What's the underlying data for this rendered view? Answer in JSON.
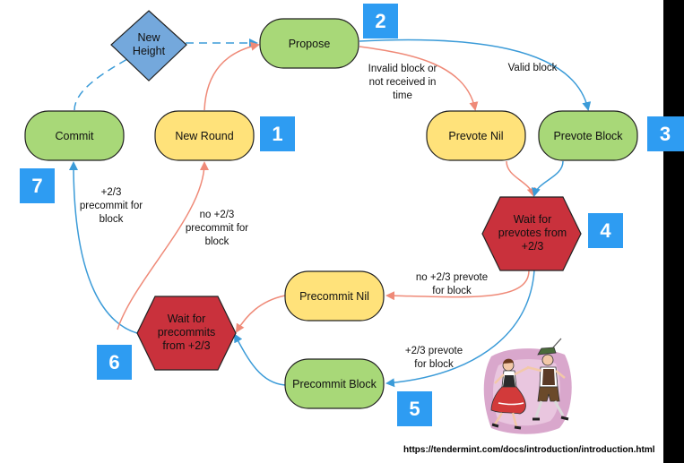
{
  "colors": {
    "green": "#a8d878",
    "yellow": "#ffe27a",
    "red": "#c9313c",
    "diamond": "#74a8dc",
    "badge": "#2e9cf2",
    "blue_edge": "#3b9bd8",
    "red_edge": "#ef8a78"
  },
  "nodes": {
    "new_height": [
      "New",
      "Height"
    ],
    "propose": "Propose",
    "new_round": "New Round",
    "commit": "Commit",
    "prevote_nil": "Prevote Nil",
    "prevote_block": "Prevote Block",
    "wait_prevotes": [
      "Wait for",
      "prevotes from",
      "+2/3"
    ],
    "precommit_nil": "Precommit Nil",
    "precommit_block": "Precommit Block",
    "wait_precommits": [
      "Wait for",
      "precommits",
      "from +2/3"
    ]
  },
  "edge_labels": {
    "invalid_block": [
      "Invalid block or",
      "not received in",
      "time"
    ],
    "valid_block": "Valid block",
    "commit_precommit": [
      "+2/3",
      "precommit for",
      "block"
    ],
    "no_precommit": [
      "no +2/3",
      "precommit for",
      "block"
    ],
    "no_prevote": [
      "no +2/3 prevote",
      "for block"
    ],
    "prevote_for_block": [
      "+2/3 prevote",
      "for block"
    ]
  },
  "badges": [
    "1",
    "2",
    "3",
    "4",
    "5",
    "6",
    "7"
  ],
  "url": "https://tendermint.com/docs/introduction/introduction.html",
  "clipart": "dancing-couple-clipart"
}
